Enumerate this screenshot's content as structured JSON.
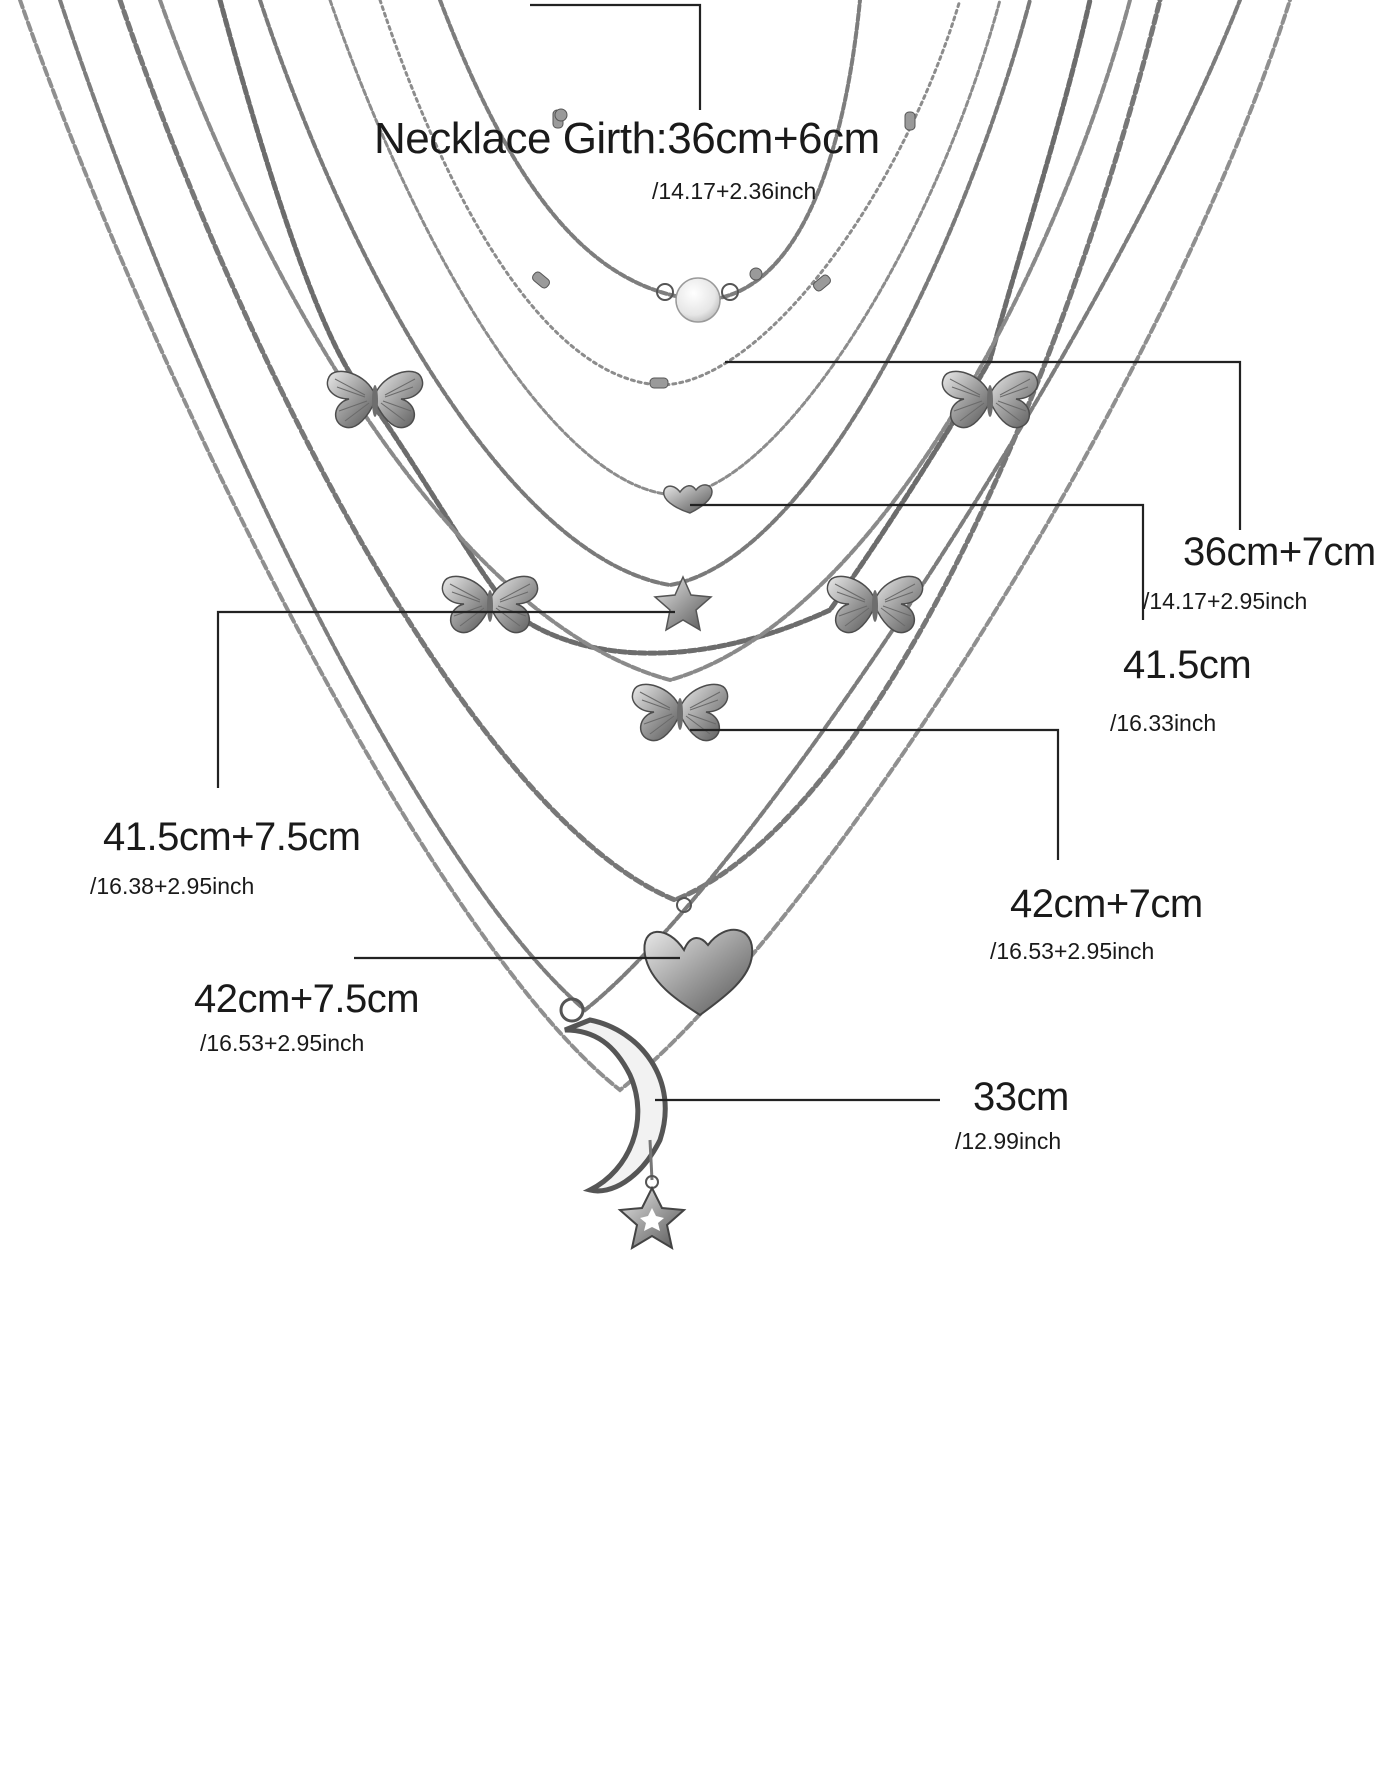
{
  "colors": {
    "chain": "#8a8a8a",
    "chain_dark": "#5f5f5f",
    "pendant": "#9a9a9a",
    "pendant_shade": "#5a5a5a",
    "pearl": "#ececec",
    "leader_line": "#222222",
    "text": "#1a1a1a",
    "background": "#ffffff"
  },
  "labels": {
    "girth": {
      "main": "Necklace Girth:36cm+6cm",
      "sub": "/14.17+2.36inch"
    },
    "l36_7": {
      "main": "36cm+7cm",
      "sub": "/14.17+2.95inch"
    },
    "l41_5": {
      "main": "41.5cm",
      "sub": "/16.33inch"
    },
    "l41_5_7_5": {
      "main": "41.5cm+7.5cm",
      "sub": "/16.38+2.95inch"
    },
    "l42_7": {
      "main": "42cm+7cm",
      "sub": "/16.53+2.95inch"
    },
    "l42_7_5": {
      "main": "42cm+7.5cm",
      "sub": "/16.53+2.95inch"
    },
    "l33": {
      "main": "33cm",
      "sub": "/12.99inch"
    }
  },
  "icons": [
    "pearl-icon",
    "heart-icon",
    "star-icon",
    "butterfly-icon",
    "moon-icon"
  ]
}
